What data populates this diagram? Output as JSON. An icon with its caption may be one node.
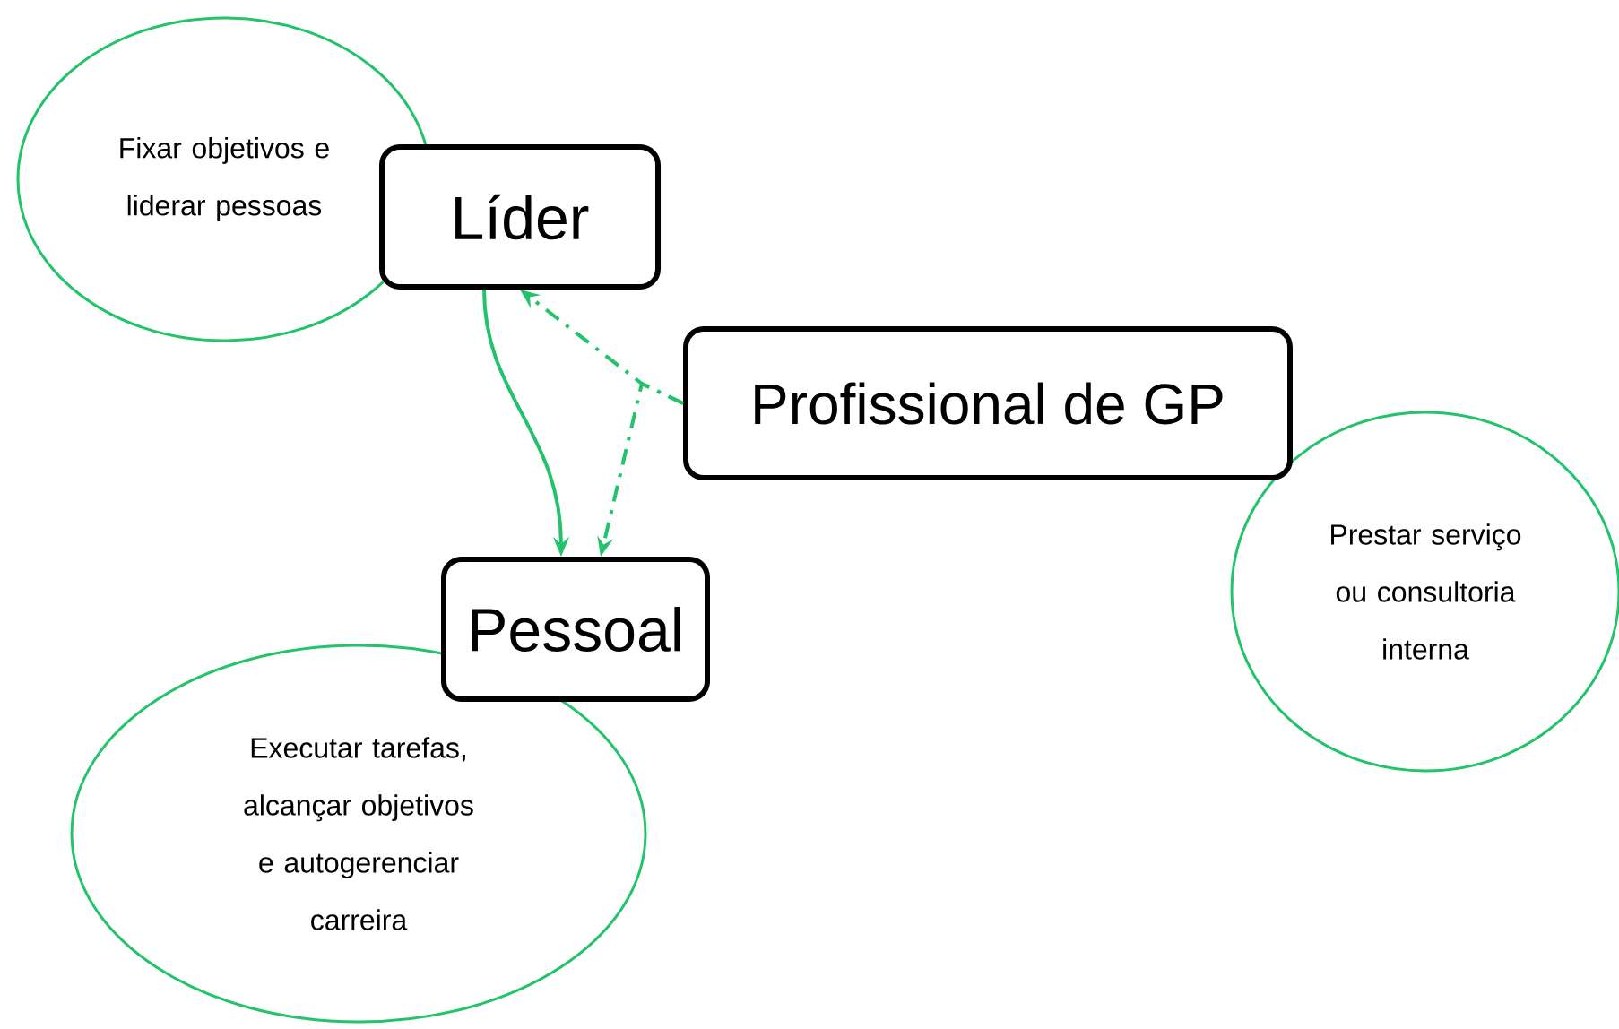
{
  "diagram": {
    "nodes": [
      {
        "text": [
          "Fixar objetivos e liderar pessoas"
        ]
      },
      {
        "text": [
          "Líder"
        ]
      },
      {
        "text": [
          "Profissional de GP"
        ]
      },
      {
        "text": [
          "Prestar serviço ou consultoria interna"
        ]
      },
      {
        "text": [
          "Pessoal"
        ]
      },
      {
        "text": [
          "Executar tarefas, alcançar objetivos e autogerenciar carreira"
        ]
      }
    ],
    "edges": [
      {
        "from": 1,
        "to": 4,
        "arrow": "to"
      },
      {
        "from": 2,
        "to": 1,
        "arrow": "to",
        "style": "dashed"
      },
      {
        "from": 2,
        "to": 4,
        "arrow": "to",
        "style": "dashed"
      }
    ]
  }
}
